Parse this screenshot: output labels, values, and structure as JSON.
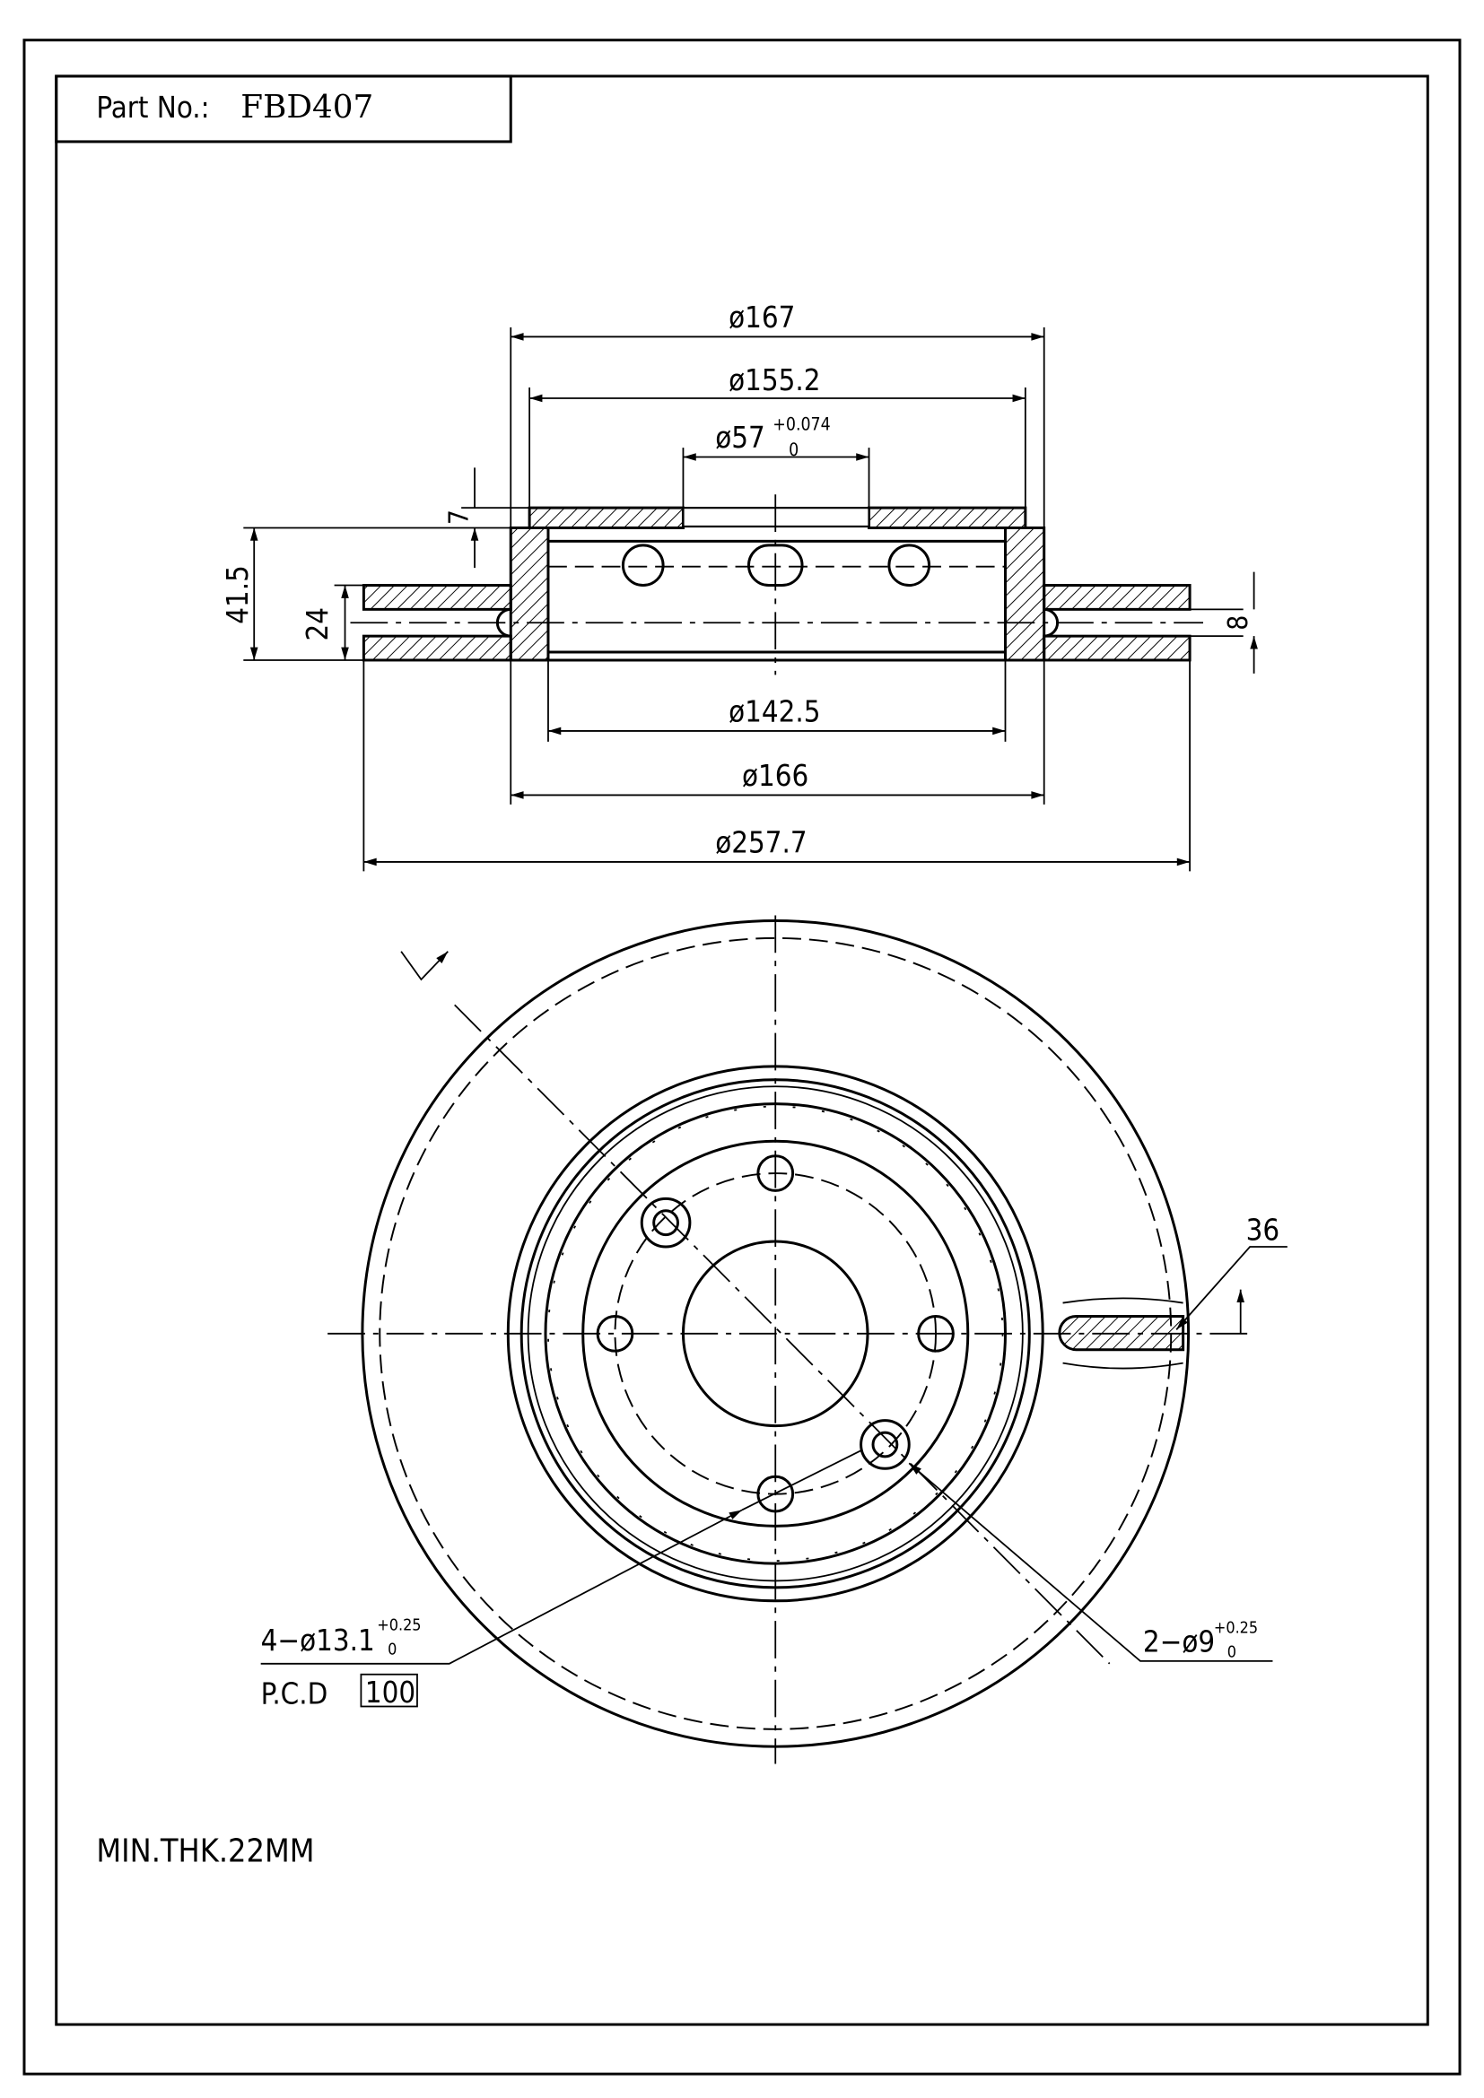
{
  "title": {
    "label": "Part No.:",
    "part_number": "FBD407"
  },
  "section_view": {
    "dims": {
      "d167": "ø167",
      "d155_2": "ø155.2",
      "d57": "ø57",
      "d57_tol_upper": "+0.074",
      "d57_tol_lower": "0",
      "d142_5": "ø142.5",
      "d166": "ø166",
      "d257_7": "ø257.7",
      "h41_5": "41.5",
      "h24": "24",
      "h7": "7",
      "h8": "8"
    }
  },
  "plan_view": {
    "slot_angle": "36",
    "bolt_holes": "4−ø13.1",
    "bolt_tol_upper": "+0.25",
    "bolt_tol_lower": "0",
    "pcd_label": "P.C.D",
    "pcd_value": "100",
    "small_holes": "2−ø9",
    "small_tol_upper": "+0.25",
    "small_tol_lower": "0"
  },
  "notes": {
    "min_thickness": "MIN.THK.22MM"
  }
}
